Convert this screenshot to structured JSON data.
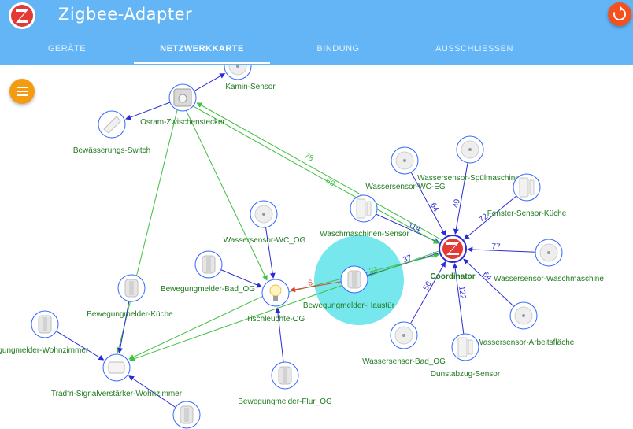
{
  "app": {
    "title": "Zigbee-Adapter"
  },
  "tabs": [
    {
      "label": "GERÄTE",
      "active": false
    },
    {
      "label": "NETZWERKKARTE",
      "active": true
    },
    {
      "label": "BINDUNG",
      "active": false
    },
    {
      "label": "AUSSCHLIESSEN",
      "active": false
    }
  ],
  "colors": {
    "header": "#64b5f6",
    "refresh": "#f4511e",
    "menu": "#f39c12",
    "label": "#1f7a1f",
    "link_blue": "#2a2ad6",
    "link_green": "#3fbf3f",
    "link_red": "#e53935",
    "highlight": "#5ee3ea"
  },
  "icons": {
    "refresh": "refresh-icon",
    "menu": "hamburger-menu-icon",
    "logo": "zigbee-logo-icon"
  },
  "network": {
    "nodes": [
      {
        "id": "coord",
        "label": "Coordinator",
        "kind": "coordinator"
      },
      {
        "id": "kamin",
        "label": "Kamin-Sensor",
        "kind": "water"
      },
      {
        "id": "osram",
        "label": "Osram-Zwischenstecker",
        "kind": "plug"
      },
      {
        "id": "bewaesserung",
        "label": "Bewässerungs-Switch",
        "kind": "switch"
      },
      {
        "id": "ws_spuel",
        "label": "Wassersensor-Spülmaschine",
        "kind": "water"
      },
      {
        "id": "ws_wc_eg",
        "label": "Wassersensor-WC-EG",
        "kind": "water"
      },
      {
        "id": "fenster",
        "label": "Fenster-Sensor-Küche",
        "kind": "door"
      },
      {
        "id": "waschsensor",
        "label": "Waschmaschinen-Sensor",
        "kind": "door"
      },
      {
        "id": "ws_wasch",
        "label": "Wassersensor-Waschmaschine",
        "kind": "water"
      },
      {
        "id": "ws_wc_og",
        "label": "Wassersensor-WC_OG",
        "kind": "water"
      },
      {
        "id": "bm_bad",
        "label": "Bewegungmelder-Bad_OG",
        "kind": "motion"
      },
      {
        "id": "tisch",
        "label": "Tischleuchte-OG",
        "kind": "bulb"
      },
      {
        "id": "haustuer",
        "label": "Bewegungmelder-Haustür",
        "kind": "motion"
      },
      {
        "id": "bm_kueche",
        "label": "Bewegungmelder-Küche",
        "kind": "motion"
      },
      {
        "id": "ws_arbeit",
        "label": "Wassersensor-Arbeitsfläche",
        "kind": "water"
      },
      {
        "id": "ws_bad",
        "label": "Wassersensor-Bad_OG",
        "kind": "water"
      },
      {
        "id": "dunst",
        "label": "Dunstabzug-Sensor",
        "kind": "door"
      },
      {
        "id": "bm_wohn",
        "label": "egungmelder-Wohnzimmer",
        "kind": "motion"
      },
      {
        "id": "tradfri",
        "label": "Tradfri-Signalverstärker-Wohnzimmer",
        "kind": "repeater"
      },
      {
        "id": "bm_flur",
        "label": "Bewegungmelder-Flur_OG",
        "kind": "motion"
      },
      {
        "id": "bottom",
        "label": "",
        "kind": "motion"
      }
    ],
    "links": [
      {
        "from": "ws_wc_eg",
        "to": "coord",
        "lqi": "64",
        "color": "blue"
      },
      {
        "from": "ws_spuel",
        "to": "coord",
        "lqi": "49",
        "color": "blue"
      },
      {
        "from": "fenster",
        "to": "coord",
        "lqi": "72",
        "color": "blue"
      },
      {
        "from": "waschsensor",
        "to": "coord",
        "lqi": "114",
        "color": "blue"
      },
      {
        "from": "ws_wasch",
        "to": "coord",
        "lqi": "77",
        "color": "blue"
      },
      {
        "from": "ws_arbeit",
        "to": "coord",
        "lqi": "64",
        "color": "blue"
      },
      {
        "from": "dunst",
        "to": "coord",
        "lqi": "122",
        "color": "blue"
      },
      {
        "from": "ws_bad",
        "to": "coord",
        "lqi": "56",
        "color": "blue"
      },
      {
        "from": "haustuer",
        "to": "coord",
        "lqi": "37",
        "color": "blue"
      },
      {
        "from": "coord",
        "to": "osram",
        "lqi": "78",
        "color": "green"
      },
      {
        "from": "osram",
        "to": "coord",
        "lqi": "60",
        "color": "green"
      },
      {
        "from": "tisch",
        "to": "coord",
        "lqi": "23",
        "color": "green"
      },
      {
        "from": "haustuer",
        "to": "tisch",
        "lqi": "6",
        "color": "red"
      },
      {
        "from": "osram",
        "to": "kamin",
        "lqi": "",
        "color": "blue"
      },
      {
        "from": "osram",
        "to": "bewaesserung",
        "lqi": "",
        "color": "blue"
      },
      {
        "from": "ws_wc_og",
        "to": "tisch",
        "lqi": "",
        "color": "blue"
      },
      {
        "from": "bm_bad",
        "to": "tisch",
        "lqi": "",
        "color": "blue"
      },
      {
        "from": "bm_flur",
        "to": "tisch",
        "lqi": "",
        "color": "blue"
      },
      {
        "from": "osram",
        "to": "tisch",
        "lqi": "",
        "color": "green"
      },
      {
        "from": "osram",
        "to": "tradfri",
        "lqi": "",
        "color": "green"
      },
      {
        "from": "coord",
        "to": "tradfri",
        "lqi": "",
        "color": "green"
      },
      {
        "from": "tisch",
        "to": "tradfri",
        "lqi": "",
        "color": "green"
      },
      {
        "from": "bm_kueche",
        "to": "tradfri",
        "lqi": "",
        "color": "blue"
      },
      {
        "from": "bm_wohn",
        "to": "tradfri",
        "lqi": "",
        "color": "blue"
      },
      {
        "from": "bottom",
        "to": "tradfri",
        "lqi": "",
        "color": "blue"
      }
    ]
  }
}
